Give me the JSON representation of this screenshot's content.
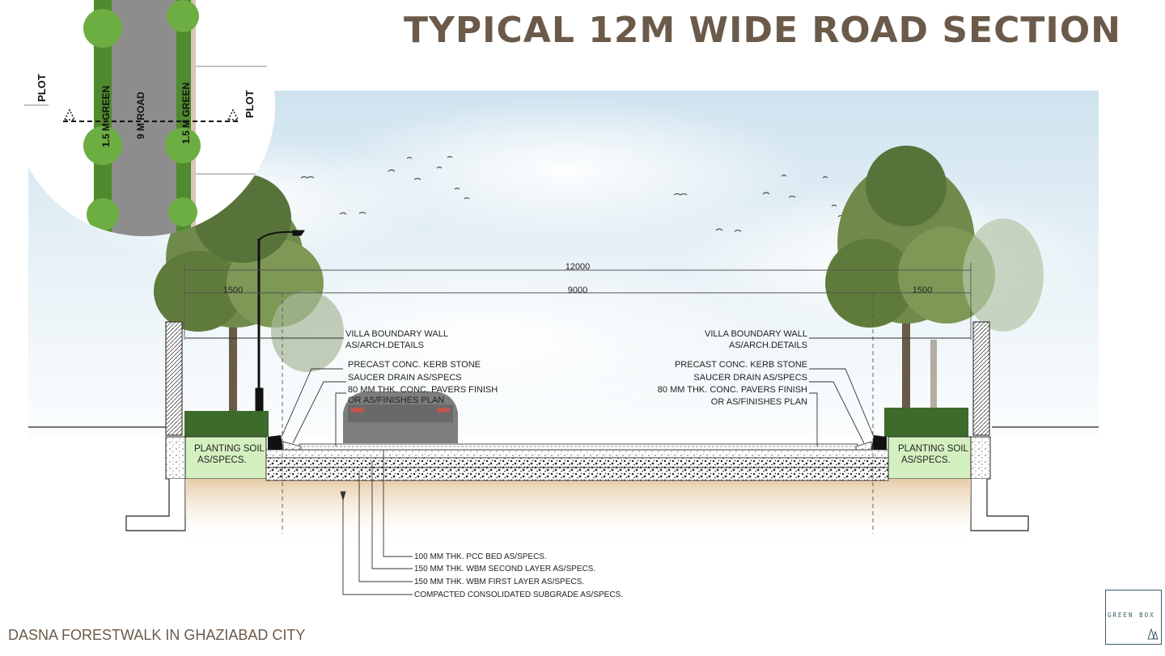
{
  "title": "TYPICAL 12M WIDE ROAD SECTION",
  "footer": "DASNA FORESTWALK IN GHAZIABAD CITY",
  "logo": {
    "text": "GREEN BOX",
    "icon": "tree-logo-icon"
  },
  "dimensions": {
    "overall": "12000",
    "carriageway": "9000",
    "left_verge": "1500",
    "right_verge": "1500"
  },
  "left_labels": {
    "wall_1": "VILLA BOUNDARY WALL",
    "wall_2": "AS/ARCH.DETAILS",
    "kerb": "PRECAST CONC. KERB STONE",
    "drain": "SAUCER DRAIN AS/SPECS",
    "pavers_1": "80 MM THK. CONC. PAVERS FINISH",
    "pavers_2": "OR AS/FINISHES PLAN"
  },
  "right_labels": {
    "wall_1": "VILLA BOUNDARY WALL",
    "wall_2": "AS/ARCH.DETAILS",
    "kerb": "PRECAST CONC. KERB STONE",
    "drain": "SAUCER DRAIN AS/SPECS",
    "pavers_1": "80 MM THK. CONC. PAVERS FINISH",
    "pavers_2": "OR AS/FINISHES PLAN"
  },
  "planting": {
    "line1": "PLANTING SOIL",
    "line2": "AS/SPECS."
  },
  "layers": [
    "100 MM THK. PCC BED AS/SPECS.",
    "150 MM THK. WBM SECOND LAYER AS/SPECS.",
    "150 MM THK. WBM FIRST LAYER AS/SPECS.",
    "COMPACTED CONSOLIDATED SUBGRADE AS/SPECS."
  ],
  "plan": {
    "plot_left": "PLOT",
    "plot_right": "PLOT",
    "green_left": "1.5 M GREEN",
    "road": "9 M ROAD",
    "green_right": "1.5 M GREEN"
  },
  "colors": {
    "title": "#6b5a4a",
    "planting": "#d4f0c0",
    "soil": "#e9d2b1",
    "sky": "#d7e8f1",
    "tree": "#5f7b3b",
    "hedge": "#3d6b2c"
  }
}
